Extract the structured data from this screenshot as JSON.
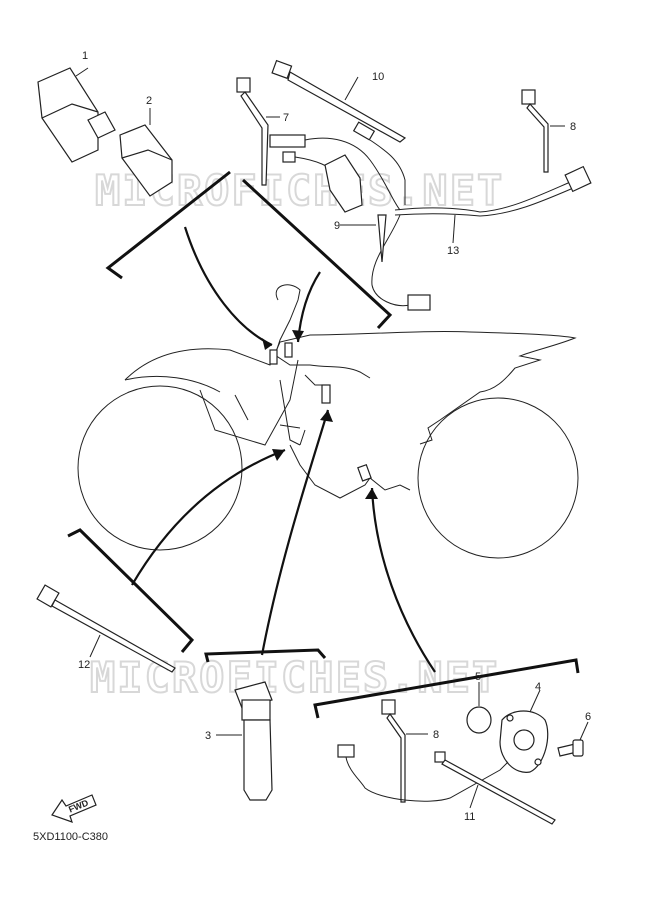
{
  "watermarks": [
    "MICROFICHES.NET",
    "MICROFICHES.NET"
  ],
  "callouts": {
    "c1": "1",
    "c2": "2",
    "c3": "3",
    "c4": "4",
    "c5": "5",
    "c6": "6",
    "c7": "7",
    "c8a": "8",
    "c8b": "8",
    "c9": "9",
    "c10": "10",
    "c11": "11",
    "c12": "12",
    "c13": "13"
  },
  "fwd_label": "FWD",
  "diagram_code": "5XD1100-C380"
}
